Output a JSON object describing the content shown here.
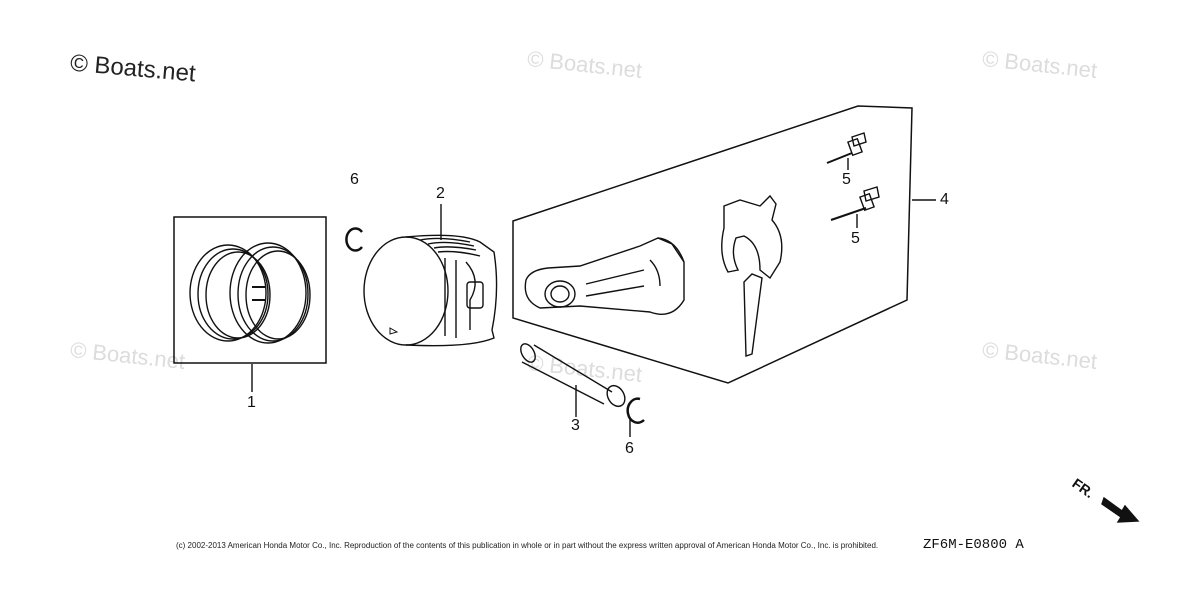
{
  "watermark_main": "© Boats.net",
  "watermarks": [
    "© Boats.net",
    "© Boats.net",
    "© Boats.net",
    "© Boats.net",
    "© Boats.net"
  ],
  "callouts": {
    "ring_set": "1",
    "piston": "2",
    "piston_pin": "3",
    "connecting_rod_assy": "4",
    "rod_bolt_upper": "5",
    "rod_bolt_lower": "5",
    "pin_clip_upper": "6",
    "pin_clip_lower": "6"
  },
  "copyright": "(c) 2002-2013 American Honda Motor Co., Inc. Reproduction of the contents of this publication in whole or in part without the express written approval of American Honda Motor Co., Inc. is prohibited.",
  "diagram_code": "ZF6M-E0800 A",
  "front_label": "FR."
}
